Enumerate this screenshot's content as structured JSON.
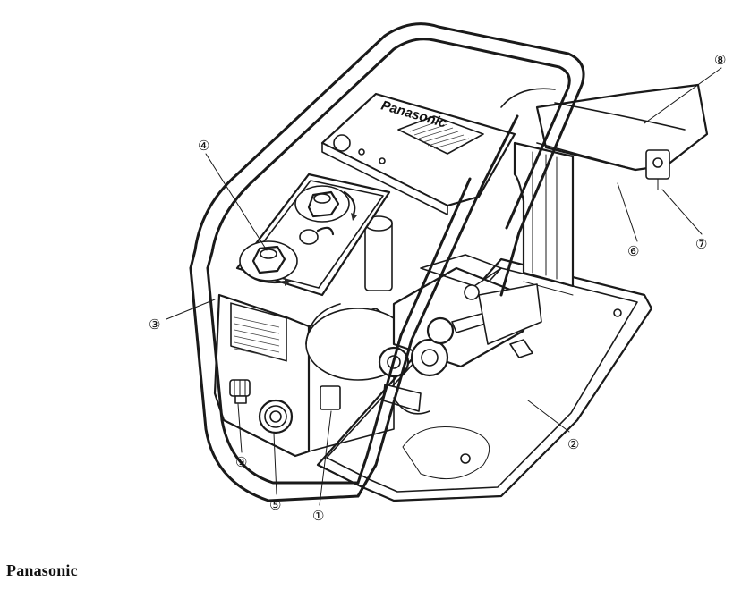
{
  "diagram": {
    "brand_plate": "Panasonic",
    "callouts": [
      {
        "id": "1",
        "label": "①"
      },
      {
        "id": "2",
        "label": "②"
      },
      {
        "id": "3",
        "label": "③"
      },
      {
        "id": "4",
        "label": "④"
      },
      {
        "id": "5",
        "label": "⑤"
      },
      {
        "id": "6",
        "label": "⑥"
      },
      {
        "id": "7",
        "label": "⑦"
      },
      {
        "id": "8",
        "label": "⑧"
      },
      {
        "id": "9",
        "label": "⑨"
      }
    ]
  },
  "footer": {
    "brand": "Panasonic"
  }
}
